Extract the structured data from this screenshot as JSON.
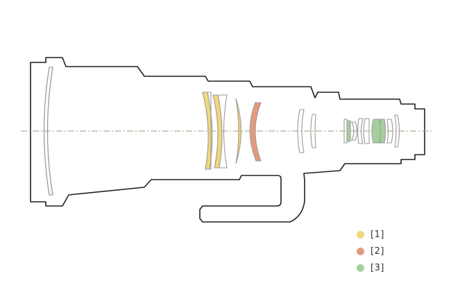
{
  "colors": {
    "outline": "#1f1f1f",
    "lens": "#9a9a9a",
    "axis": "#b5ad96",
    "group1": "#f2d77c",
    "group2": "#e49a7e",
    "group3": "#a7cf9d"
  },
  "legend": [
    {
      "label": "[1]",
      "color": "#f2d77c"
    },
    {
      "label": "[2]",
      "color": "#e49a7e"
    },
    {
      "label": "[3]",
      "color": "#a7cf9d"
    }
  ]
}
